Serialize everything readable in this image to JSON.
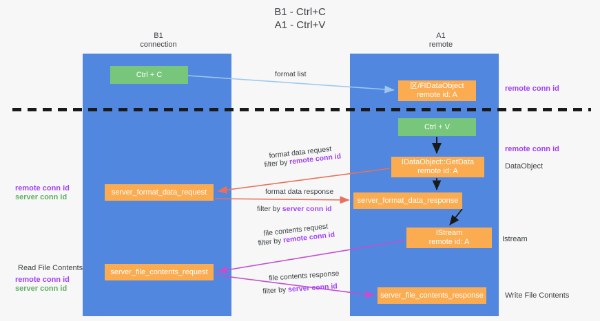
{
  "title": {
    "line1": "B1 - Ctrl+C",
    "line2": "A1 - Ctrl+V"
  },
  "columns": {
    "left": {
      "name": "B1",
      "role": "connection"
    },
    "right": {
      "name": "A1",
      "role": "remote"
    }
  },
  "nodes": {
    "ctrl_c": {
      "label": "Ctrl + C",
      "color": "#77c67c"
    },
    "idataobject": {
      "label": "区/₣IDataObject",
      "sublabel": "remote id: A",
      "color": "#fbab50"
    },
    "ctrl_v": {
      "label": "Ctrl + V",
      "color": "#77c67c"
    },
    "getdata": {
      "label": "IDataObject::GetData",
      "sublabel": "remote id: A",
      "color": "#fbab50"
    },
    "server_format_data_request": {
      "label": "server_format_data_request",
      "color": "#fbab50"
    },
    "server_format_data_response": {
      "label": "server_format_data_response",
      "color": "#fbab50"
    },
    "istream": {
      "label": "IStream",
      "sublabel": "remote id: A",
      "color": "#fbab50"
    },
    "server_file_contents_request": {
      "label": "server_file_contents_request",
      "color": "#fbab50"
    },
    "server_file_contents_response": {
      "label": "server_file_contents_response",
      "color": "#fbab50"
    }
  },
  "edge_labels": {
    "format_list": "format list",
    "format_data_request": "format data request",
    "format_data_request_filter_prefix": "filter by ",
    "format_data_request_filter_key": "remote conn id",
    "format_data_response": "format data response",
    "format_data_response_filter_prefix": "filter by ",
    "format_data_response_filter_key": "server conn id",
    "file_contents_request": "file contents request",
    "file_contents_request_filter_prefix": "filter by ",
    "file_contents_request_filter_key": "remote conn id",
    "file_contents_response": "file contents response",
    "file_contents_response_filter_prefix": "filter by ",
    "file_contents_response_filter_key": "server conn id"
  },
  "side_labels": {
    "right_remote_conn_id_top": "remote conn id",
    "right_remote_conn_id_mid": "remote conn id",
    "dataobject": "DataObject",
    "istream": "Istream",
    "write_file_contents": "Write File Contents",
    "left_remote_conn_id": "remote conn id",
    "left_server_conn_id": "server conn id",
    "read_file_contents": "Read File Contents",
    "left_remote_conn_id_2": "remote conn id",
    "left_server_conn_id_2": "server conn id"
  },
  "colors": {
    "lane": "#5187de",
    "green_node": "#77c67c",
    "orange_node": "#fbab50",
    "purple_text": "#a142f4",
    "green_text": "#5fae62",
    "blue_arrow": "#9ec9ef",
    "red_arrow": "#e8705c",
    "magenta_arrow": "#c14fd0",
    "black_arrow": "#1a1a1a",
    "background": "#f7f7f7"
  }
}
